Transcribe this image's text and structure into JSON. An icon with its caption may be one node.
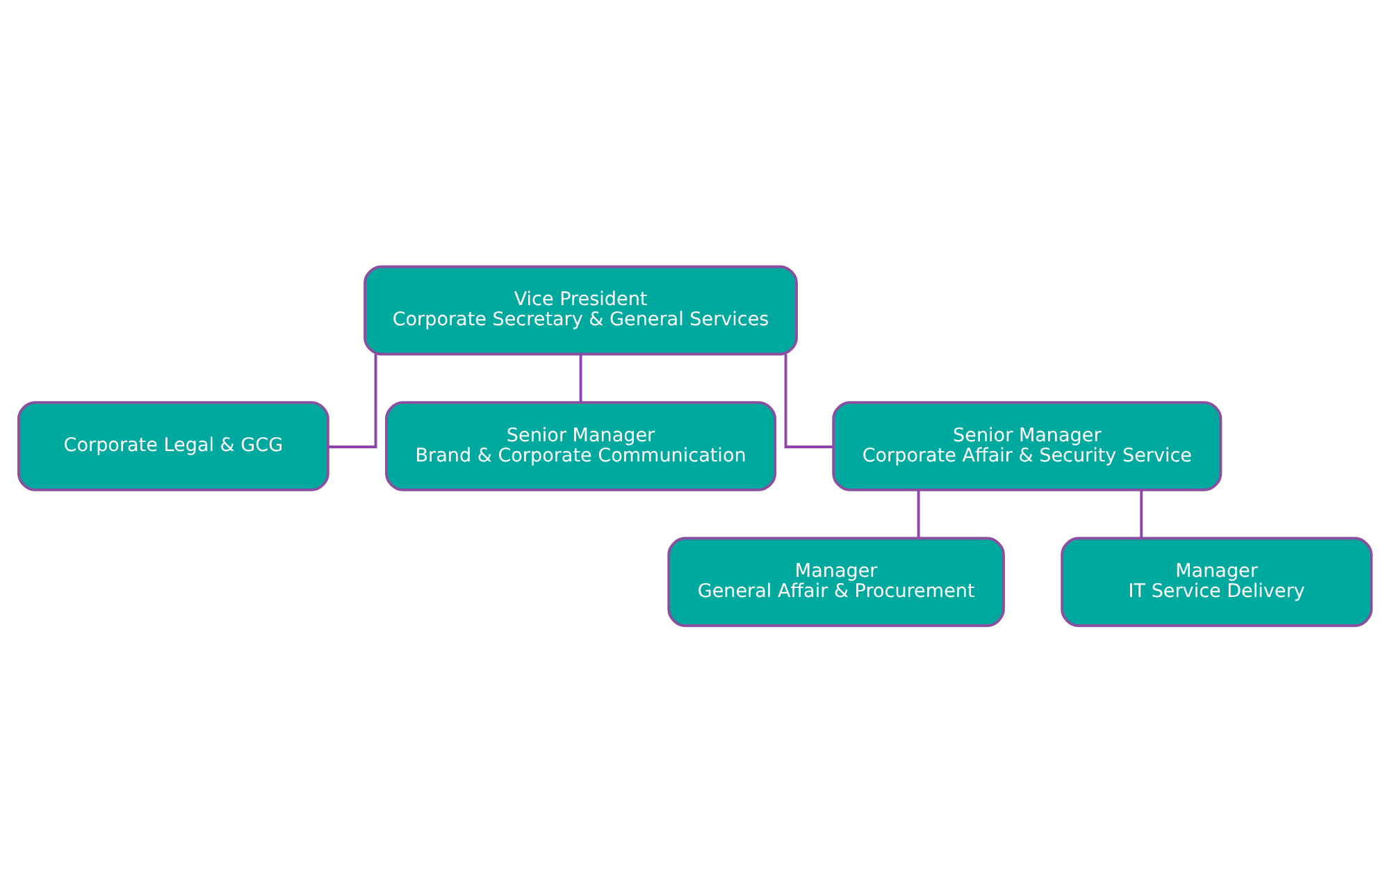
{
  "diagram": {
    "nodes": [
      {
        "text": [
          "Vice President",
          "Corporate Secretary & General Services"
        ]
      },
      {
        "text": [
          "Corporate Legal & GCG"
        ]
      },
      {
        "text": [
          "Senior Manager",
          "Brand & Corporate Communication"
        ]
      },
      {
        "text": [
          "Senior Manager",
          "Corporate Affair & Security Service"
        ]
      },
      {
        "text": [
          "Manager",
          "General Affair & Procurement"
        ]
      },
      {
        "text": [
          "Manager",
          "IT Service Delivery"
        ]
      }
    ],
    "edges": [
      {
        "from": 0,
        "to": 1,
        "arrow": "none"
      },
      {
        "from": 0,
        "to": 2,
        "arrow": "none"
      },
      {
        "from": 0,
        "to": 3,
        "arrow": "none"
      },
      {
        "from": 3,
        "to": 4,
        "arrow": "none"
      },
      {
        "from": 3,
        "to": 5,
        "arrow": "none"
      }
    ]
  }
}
